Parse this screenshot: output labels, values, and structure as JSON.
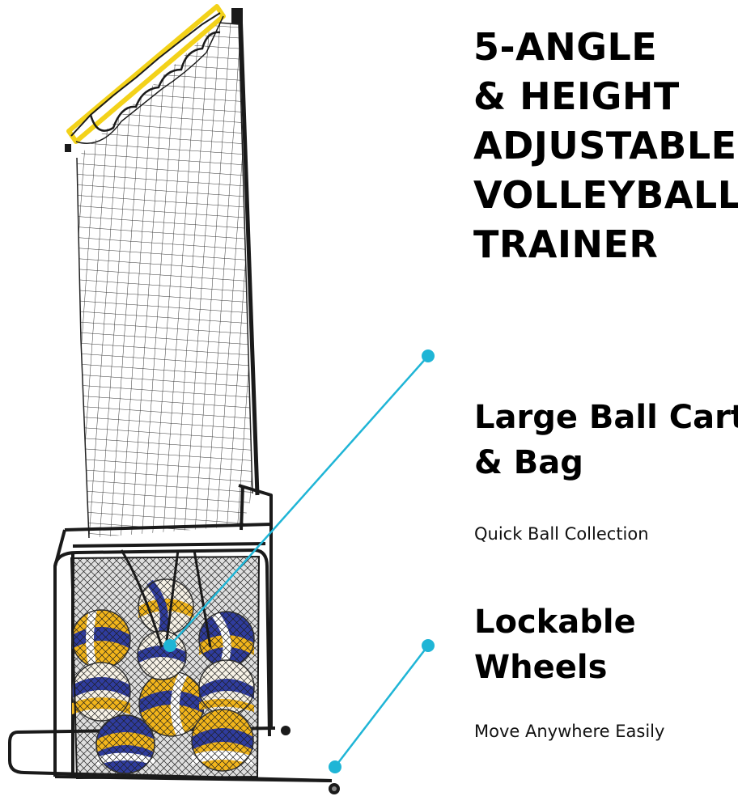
{
  "title_lines": [
    "5-ANGLE",
    "& HEIGHT",
    "ADJUSTABLE",
    "VOLLEYBALL",
    "TRAINER"
  ],
  "features": [
    {
      "title_lines": [
        "Large Ball Cart",
        "& Bag"
      ],
      "description": "Quick Ball Collection"
    },
    {
      "title_lines": [
        "Lockable",
        "Wheels"
      ],
      "description": "Move Anywhere Easily"
    }
  ],
  "colors": {
    "callout": "#1fb5d6",
    "frame": "#1a1a1a",
    "hoop": "#f3d21a",
    "ball_yellow": "#f2b51b",
    "ball_blue": "#2f3c9e"
  }
}
